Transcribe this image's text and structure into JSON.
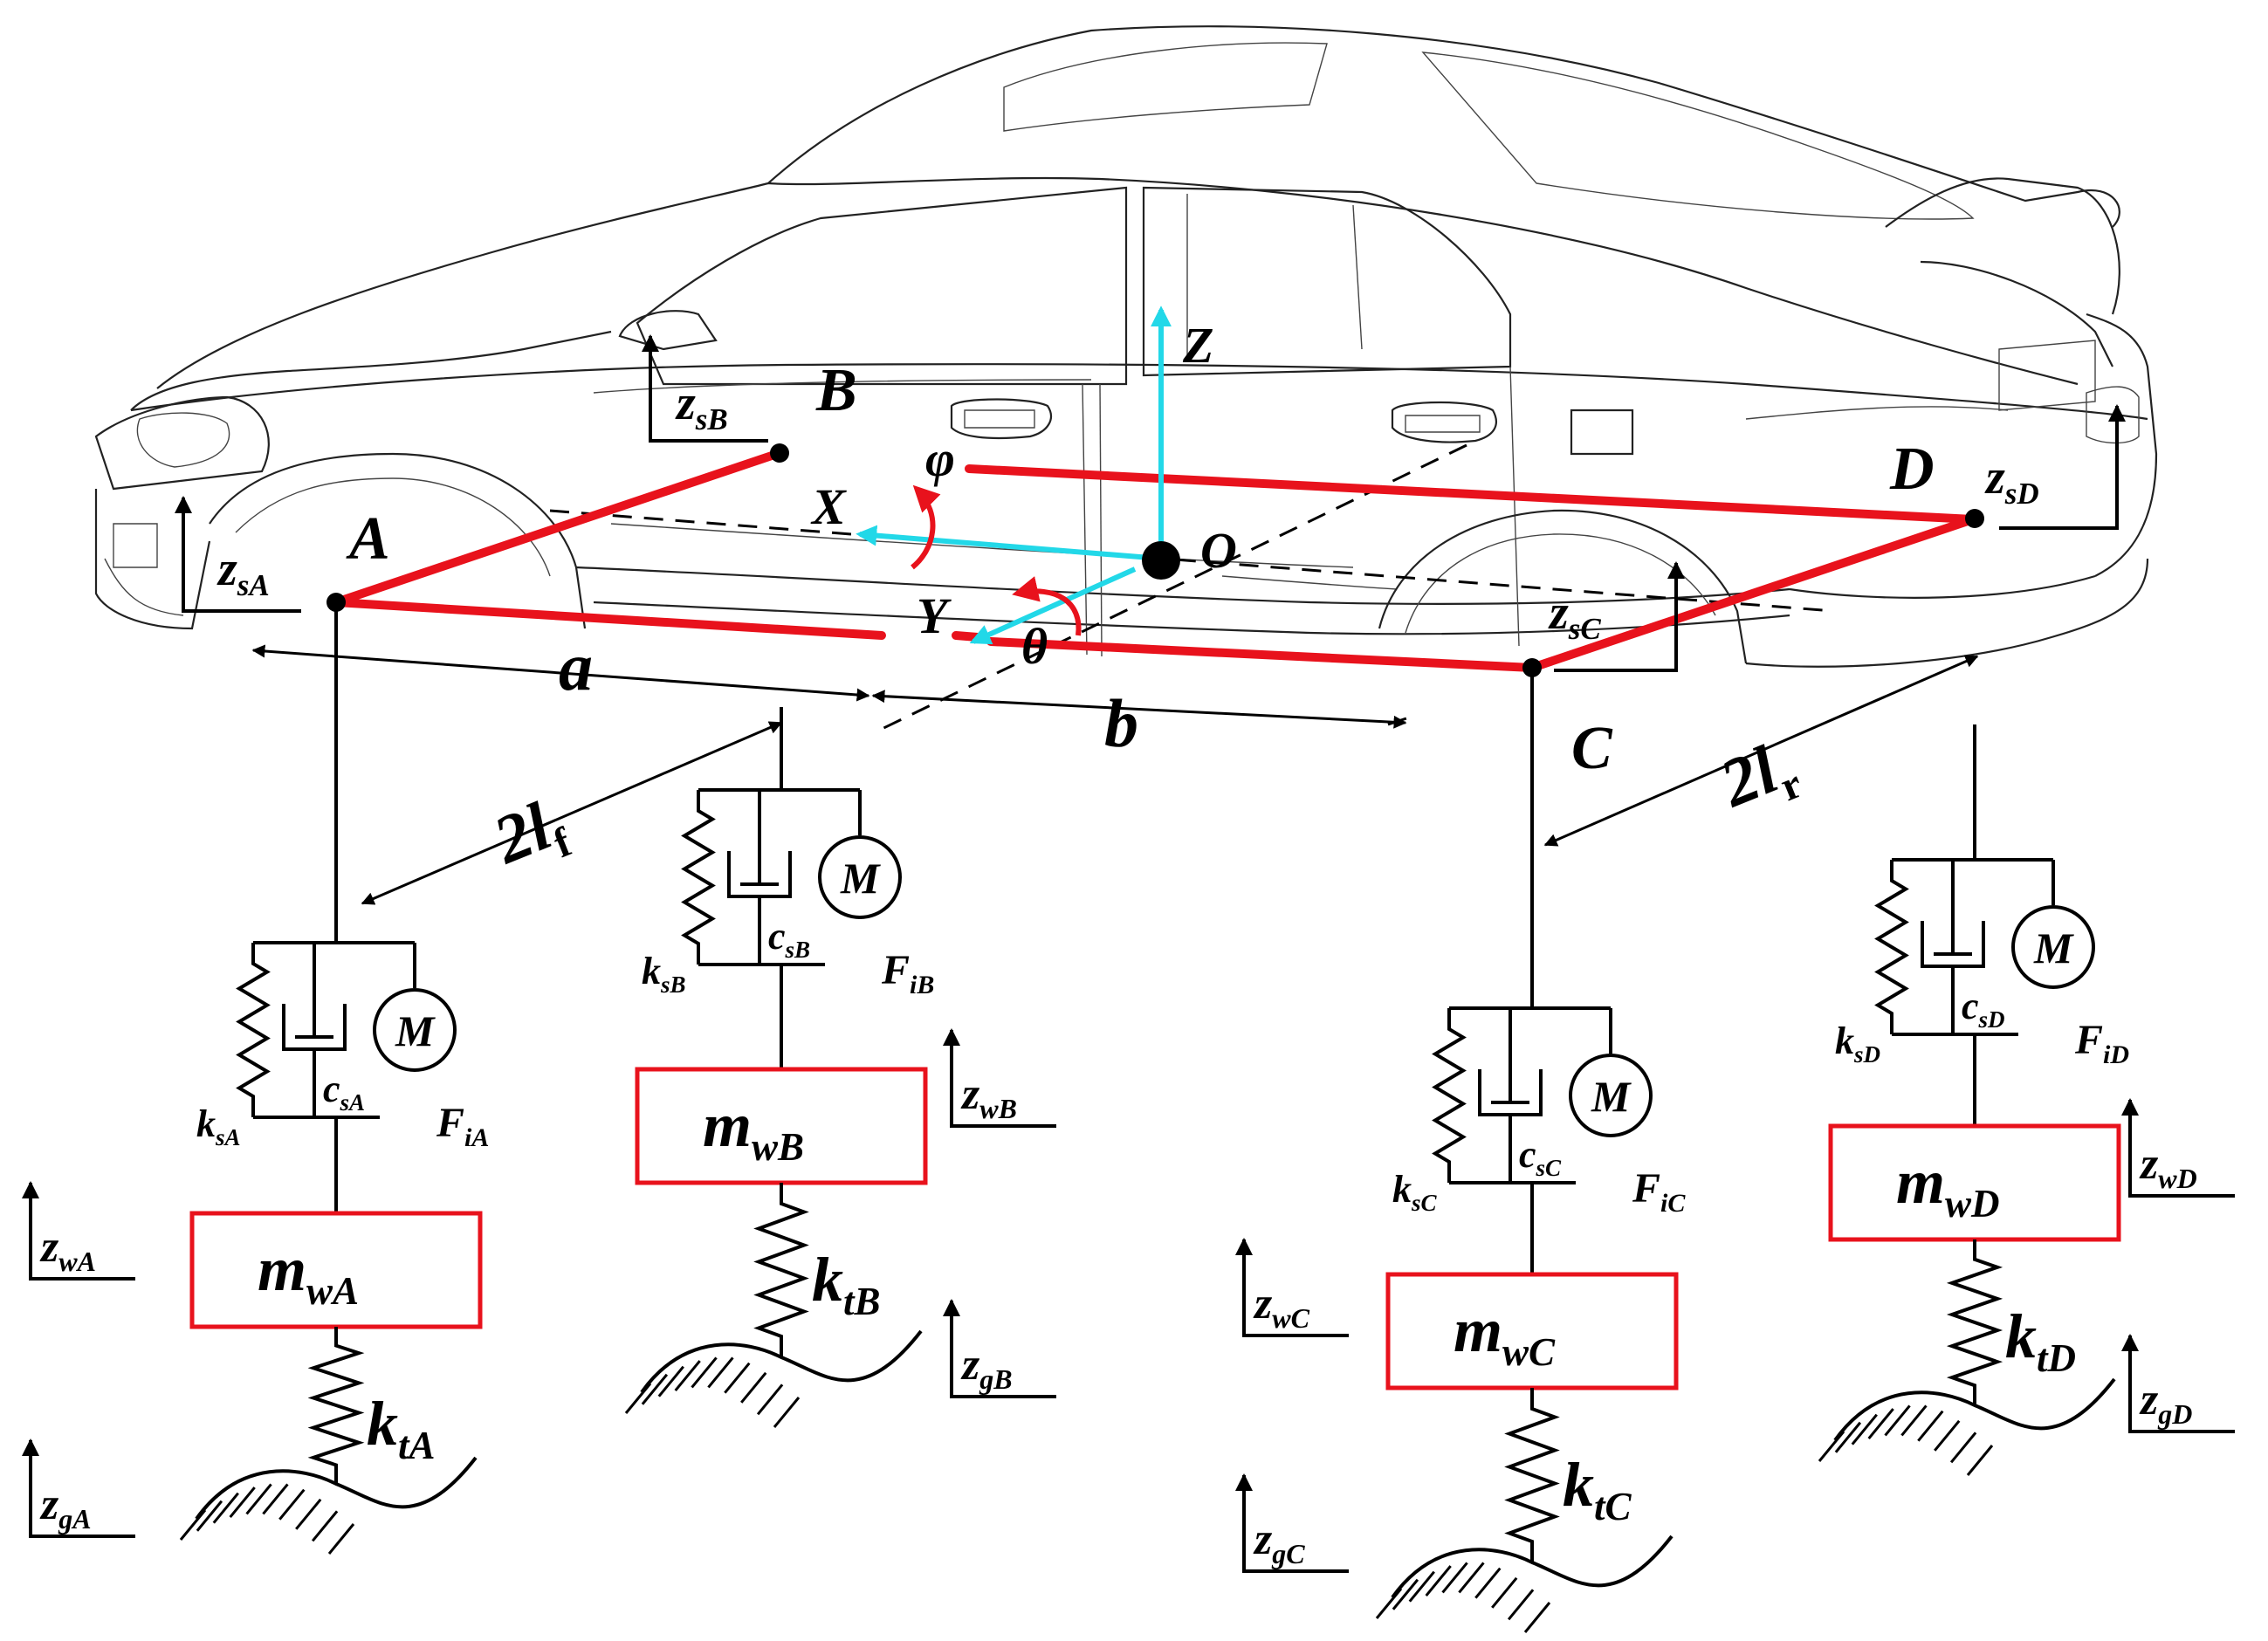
{
  "colors": {
    "frame": "#e8121c",
    "axes": "#22d8e8",
    "rotation": "#e8121c",
    "ink": "#000000"
  },
  "points": {
    "A": "A",
    "B": "B",
    "C": "C",
    "D": "D",
    "O": "O"
  },
  "axes": {
    "X": "X",
    "Y": "Y",
    "Z": "Z",
    "pitch": "φ",
    "roll": "θ"
  },
  "dimensions": {
    "a": "a",
    "b": "b",
    "front_track_num": "2l",
    "front_track_sub": "f",
    "rear_track_num": "2l",
    "rear_track_sub": "r"
  },
  "motor_symbol": "M",
  "corners": [
    {
      "id": "A",
      "zs": [
        "z",
        "sA"
      ],
      "ks": [
        "k",
        "sA"
      ],
      "cs": [
        "c",
        "sA"
      ],
      "Fi": [
        "F",
        "iA"
      ],
      "mw": [
        "m",
        "wA"
      ],
      "zw": [
        "z",
        "wA"
      ],
      "kt": [
        "k",
        "tA"
      ],
      "zg": [
        "z",
        "gA"
      ]
    },
    {
      "id": "B",
      "zs": [
        "z",
        "sB"
      ],
      "ks": [
        "k",
        "sB"
      ],
      "cs": [
        "c",
        "sB"
      ],
      "Fi": [
        "F",
        "iB"
      ],
      "mw": [
        "m",
        "wB"
      ],
      "zw": [
        "z",
        "wB"
      ],
      "kt": [
        "k",
        "tB"
      ],
      "zg": [
        "z",
        "gB"
      ]
    },
    {
      "id": "C",
      "zs": [
        "z",
        "sC"
      ],
      "ks": [
        "k",
        "sC"
      ],
      "cs": [
        "c",
        "sC"
      ],
      "Fi": [
        "F",
        "iC"
      ],
      "mw": [
        "m",
        "wC"
      ],
      "zw": [
        "z",
        "wC"
      ],
      "kt": [
        "k",
        "tC"
      ],
      "zg": [
        "z",
        "gC"
      ]
    },
    {
      "id": "D",
      "zs": [
        "z",
        "sD"
      ],
      "ks": [
        "k",
        "sD"
      ],
      "cs": [
        "c",
        "sD"
      ],
      "Fi": [
        "F",
        "iD"
      ],
      "mw": [
        "m",
        "wD"
      ],
      "zw": [
        "z",
        "wD"
      ],
      "kt": [
        "k",
        "tD"
      ],
      "zg": [
        "z",
        "gD"
      ]
    }
  ]
}
